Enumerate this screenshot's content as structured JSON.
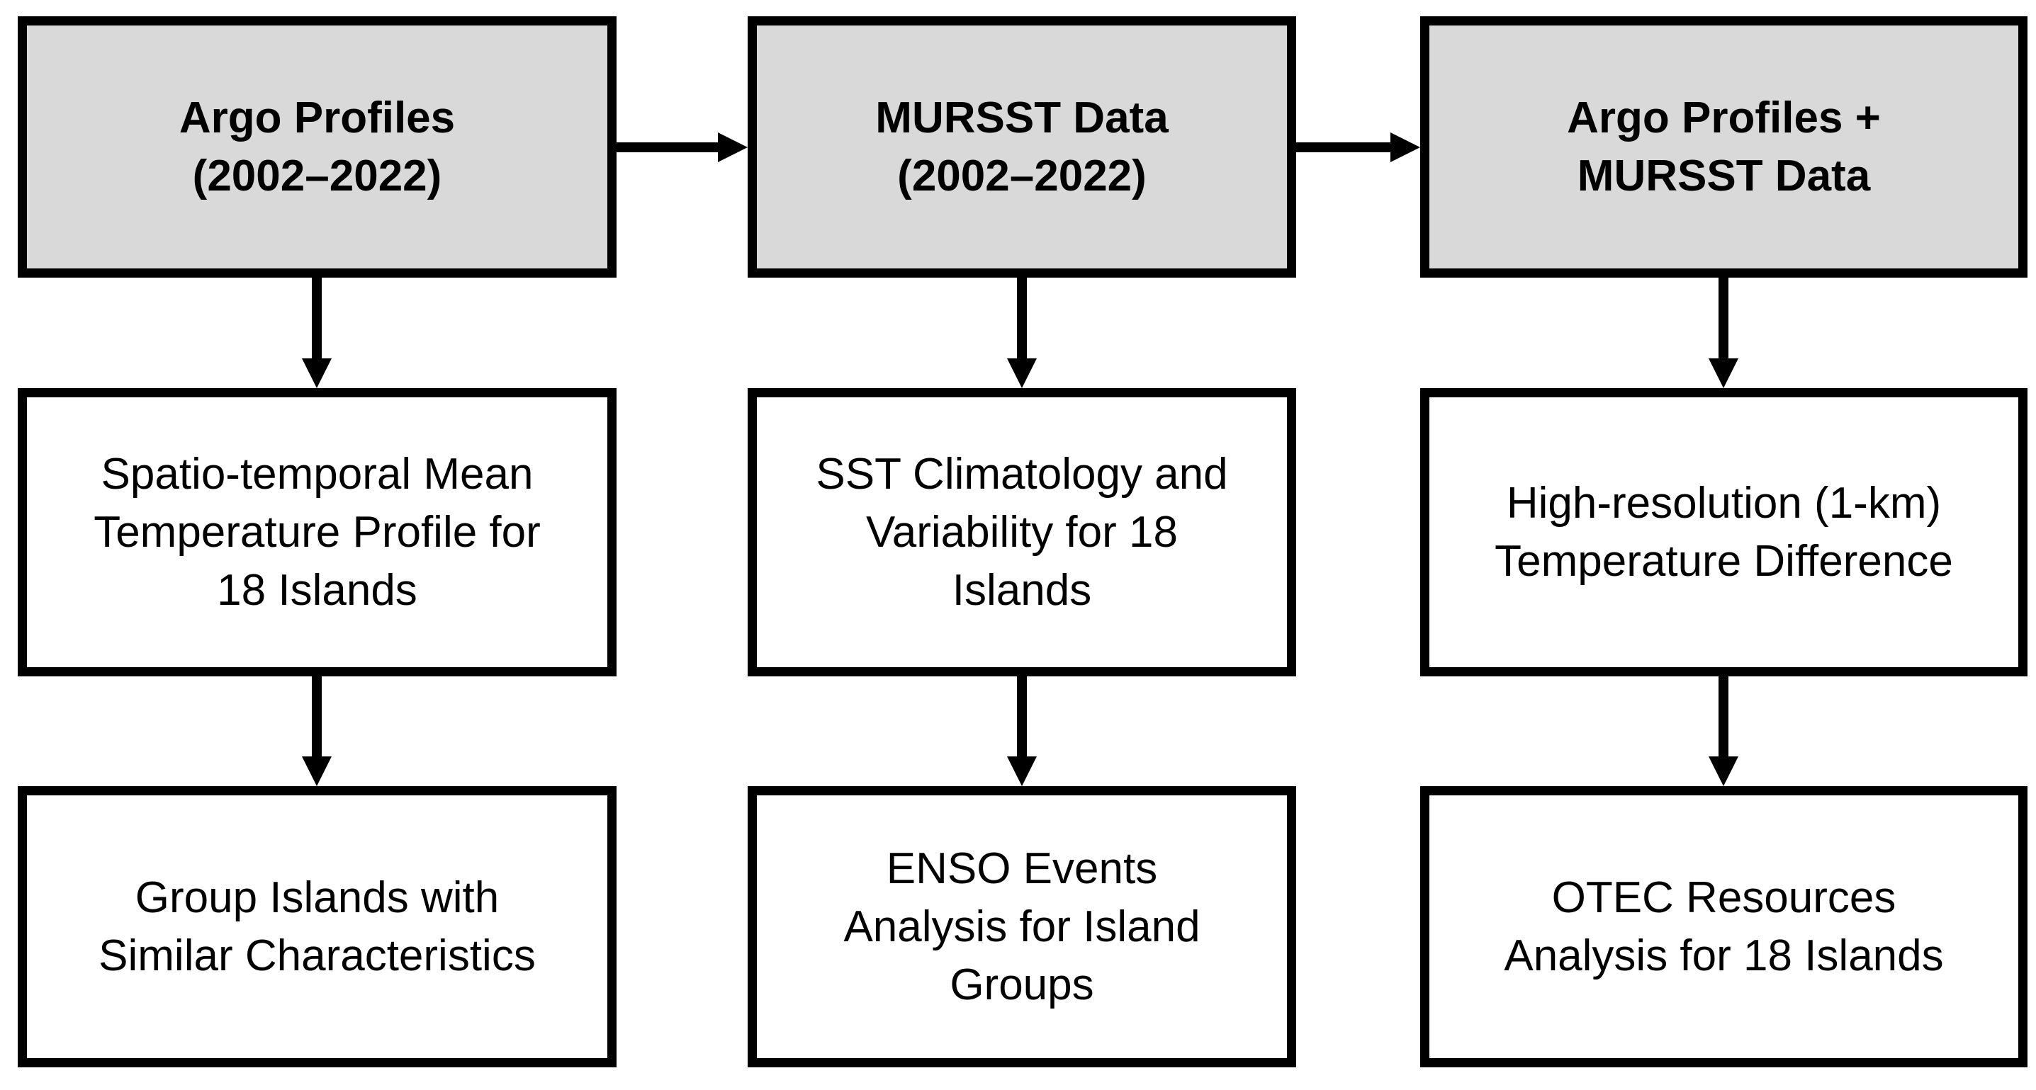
{
  "diagram": {
    "type": "flowchart",
    "colors": {
      "input_box_fill": "#d9d9d9",
      "process_box_fill": "#ffffff",
      "stroke": "#000000",
      "text": "#000000",
      "background": "#ffffff"
    },
    "boxes": [
      {
        "id": "argo-profiles",
        "kind": "input",
        "lines": [
          "Argo Profiles",
          "(2002–2022)"
        ]
      },
      {
        "id": "mursst-data",
        "kind": "input",
        "lines": [
          "MURSST Data",
          "(2002–2022)"
        ]
      },
      {
        "id": "argo-plus-mursst",
        "kind": "input",
        "lines": [
          "Argo Profiles +",
          "MURSST Data"
        ]
      },
      {
        "id": "spatio-temporal-profile",
        "kind": "process",
        "lines": [
          "Spatio-temporal Mean",
          "Temperature Profile for",
          "18 Islands"
        ]
      },
      {
        "id": "sst-climatology",
        "kind": "process",
        "lines": [
          "SST Climatology and",
          "Variability for 18",
          "Islands"
        ]
      },
      {
        "id": "high-res-temp-diff",
        "kind": "process",
        "lines": [
          "High-resolution (1-km)",
          "Temperature Difference"
        ]
      },
      {
        "id": "group-islands",
        "kind": "process",
        "lines": [
          "Group Islands with",
          "Similar Characteristics"
        ]
      },
      {
        "id": "enso-events",
        "kind": "process",
        "lines": [
          "ENSO Events",
          "Analysis for Island",
          "Groups"
        ]
      },
      {
        "id": "otec-resources",
        "kind": "process",
        "lines": [
          "OTEC Resources",
          "Analysis for 18 Islands"
        ]
      }
    ],
    "connections": [
      {
        "from": "argo-profiles",
        "to": "mursst-data",
        "direction": "right"
      },
      {
        "from": "mursst-data",
        "to": "argo-plus-mursst",
        "direction": "right"
      },
      {
        "from": "argo-profiles",
        "to": "spatio-temporal-profile",
        "direction": "down"
      },
      {
        "from": "mursst-data",
        "to": "sst-climatology",
        "direction": "down"
      },
      {
        "from": "argo-plus-mursst",
        "to": "high-res-temp-diff",
        "direction": "down"
      },
      {
        "from": "spatio-temporal-profile",
        "to": "group-islands",
        "direction": "down"
      },
      {
        "from": "sst-climatology",
        "to": "enso-events",
        "direction": "down"
      },
      {
        "from": "high-res-temp-diff",
        "to": "otec-resources",
        "direction": "down"
      }
    ]
  }
}
